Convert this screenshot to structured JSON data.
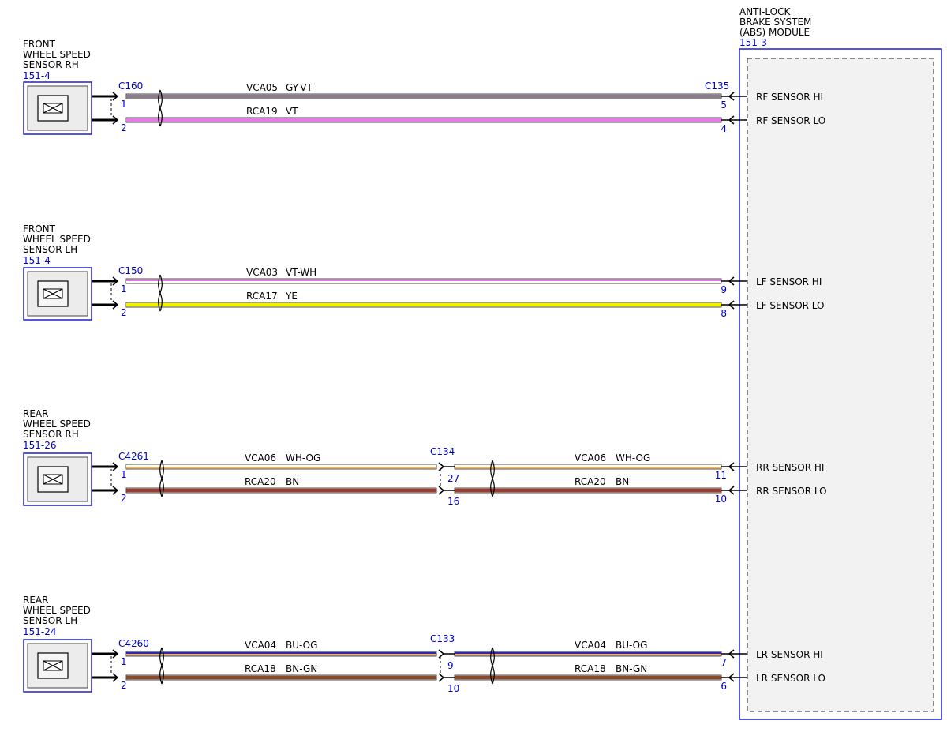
{
  "module": {
    "title_lines": [
      "ANTI-LOCK",
      "BRAKE SYSTEM",
      "(ABS) MODULE"
    ],
    "ref": "151-3"
  },
  "sensors": [
    {
      "name_lines": [
        "FRONT",
        "WHEEL SPEED",
        "SENSOR RH"
      ],
      "ref": "151-4",
      "connector": "C160",
      "pins": [
        "1",
        "2"
      ],
      "inline": null,
      "wires": [
        {
          "circuit": "VCA05",
          "color_code": "GY-VT",
          "colors": [
            "#8a7a8a",
            "#8a7a8a"
          ],
          "module_pin": "5",
          "signal": "RF SENSOR HI"
        },
        {
          "circuit": "RCA19",
          "color_code": "VT",
          "colors": [
            "#e57ae5",
            "#e57ae5"
          ],
          "module_pin": "4",
          "signal": "RF SENSOR LO"
        }
      ],
      "module_connector": "C135"
    },
    {
      "name_lines": [
        "FRONT",
        "WHEEL SPEED",
        "SENSOR LH"
      ],
      "ref": "151-4",
      "connector": "C150",
      "pins": [
        "1",
        "2"
      ],
      "inline": null,
      "wires": [
        {
          "circuit": "VCA03",
          "color_code": "VT-WH",
          "colors": [
            "#e57ae5",
            "#ffffff"
          ],
          "module_pin": "9",
          "signal": "LF SENSOR HI"
        },
        {
          "circuit": "RCA17",
          "color_code": "YE",
          "colors": [
            "#f2f200",
            "#f2f200"
          ],
          "module_pin": "8",
          "signal": "LF SENSOR LO"
        }
      ],
      "module_connector": ""
    },
    {
      "name_lines": [
        "REAR",
        "WHEEL SPEED",
        "SENSOR RH"
      ],
      "ref": "151-26",
      "connector": "C4261",
      "pins": [
        "1",
        "2"
      ],
      "inline": {
        "connector": "C134",
        "pins": [
          "27",
          "16"
        ]
      },
      "wires": [
        {
          "circuit": "VCA06",
          "color_code": "WH-OG",
          "colors": [
            "#ffffff",
            "#f2b05a"
          ],
          "module_pin": "11",
          "signal": "RR SENSOR HI"
        },
        {
          "circuit": "RCA20",
          "color_code": "BN",
          "colors": [
            "#9e3a2e",
            "#9e3a2e"
          ],
          "module_pin": "10",
          "signal": "RR SENSOR LO"
        }
      ],
      "module_connector": ""
    },
    {
      "name_lines": [
        "REAR",
        "WHEEL SPEED",
        "SENSOR LH"
      ],
      "ref": "151-24",
      "connector": "C4260",
      "pins": [
        "1",
        "2"
      ],
      "inline": {
        "connector": "C133",
        "pins": [
          "9",
          "10"
        ]
      },
      "wires": [
        {
          "circuit": "VCA04",
          "color_code": "BU-OG",
          "colors": [
            "#2a2ab8",
            "#f2b05a"
          ],
          "module_pin": "7",
          "signal": "LR SENSOR HI"
        },
        {
          "circuit": "RCA18",
          "color_code": "BN-GN",
          "colors": [
            "#8a4a2a",
            "#8a4a2a"
          ],
          "module_pin": "6",
          "signal": "LR SENSOR LO"
        }
      ],
      "module_connector": ""
    }
  ]
}
